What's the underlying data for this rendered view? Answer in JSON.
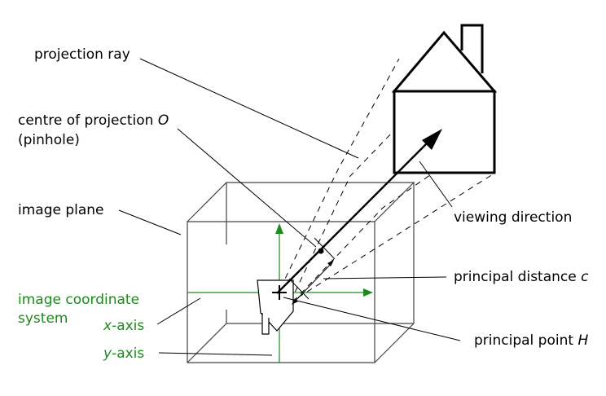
{
  "labels": {
    "projection_ray": "projection ray",
    "centre_of_projection_line1": "centre of projection",
    "centre_of_projection_symbol": "O",
    "centre_of_projection_line2": "(pinhole)",
    "image_plane": "image plane",
    "viewing_direction": "viewing direction",
    "image_coord_line1": "image coordinate",
    "image_coord_line2": "system",
    "x_axis_var": "x",
    "x_axis_suffix": "-axis",
    "y_axis_var": "y",
    "y_axis_suffix": "-axis",
    "principal_distance": "principal distance",
    "principal_distance_symbol": "c",
    "principal_point": "principal point",
    "principal_point_symbol": "H"
  },
  "colors": {
    "label": "#000000",
    "image_coordinate_system": "#1d8a1d",
    "lines": "#000000"
  }
}
